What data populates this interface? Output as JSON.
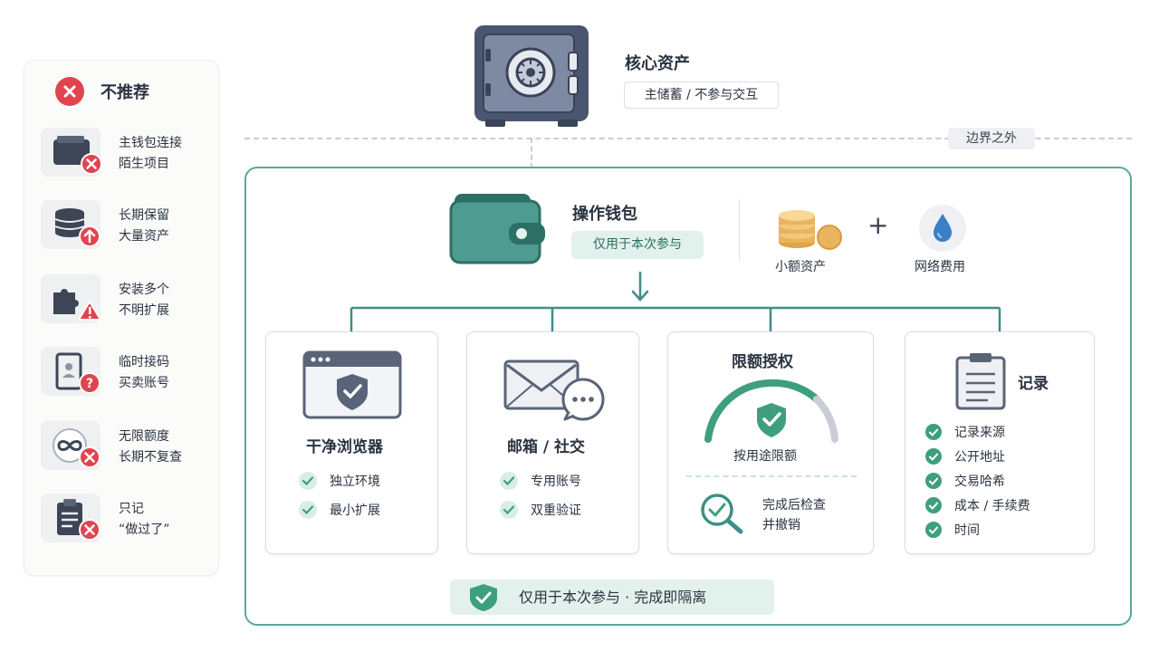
{
  "not_recommended": {
    "title": "不推荐",
    "items": [
      {
        "icon": "wallet-error-icon",
        "line1": "主钱包连接",
        "line2": "陌生项目"
      },
      {
        "icon": "database-upload-icon",
        "line1": "长期保留",
        "line2": "大量资产"
      },
      {
        "icon": "puzzle-warning-icon",
        "line1": "安装多个",
        "line2": "不明扩展"
      },
      {
        "icon": "phone-question-icon",
        "line1": "临时接码",
        "line2": "买卖账号"
      },
      {
        "icon": "infinity-error-icon",
        "line1": "无限额度",
        "line2": "长期不复查"
      },
      {
        "icon": "clipboard-error-icon",
        "line1": "只记",
        "line2": "“做过了”"
      }
    ]
  },
  "core_asset": {
    "title": "核心资产",
    "tag": "主储蓄 / 不参与交互",
    "icon": "safe-vault-icon"
  },
  "boundary": {
    "label": "边界之外"
  },
  "operation_wallet": {
    "title": "操作钱包",
    "tag": "仅用于本次参与",
    "icon": "wallet-icon",
    "small_assets": "小额资产",
    "gas_fee": "网络费用",
    "plus": "+"
  },
  "cards": [
    {
      "title": "干净浏览器",
      "icon": "browser-shield-icon",
      "items": [
        "独立环境",
        "最小扩展"
      ]
    },
    {
      "title": "邮箱 / 社交",
      "icon": "mail-chat-icon",
      "items": [
        "专用账号",
        "双重验证"
      ]
    },
    {
      "title": "限额授权",
      "icon": "gauge-shield-icon",
      "subtitle": "按用途限额",
      "after_line1": "完成后检查",
      "after_line2": "并撤销"
    },
    {
      "title": "记录",
      "icon": "clipboard-list-icon",
      "items": [
        "记录来源",
        "公开地址",
        "交易哈希",
        "成本 / 手续费",
        "时间"
      ]
    }
  ],
  "bottom_banner": {
    "text": "仅用于本次参与 · 完成即隔离"
  },
  "colors": {
    "teal": "#5aa79e",
    "teal_dark": "#3e9f7e",
    "red": "#e0454f",
    "slate": "#4a5670",
    "gold": "#e8b45c"
  }
}
